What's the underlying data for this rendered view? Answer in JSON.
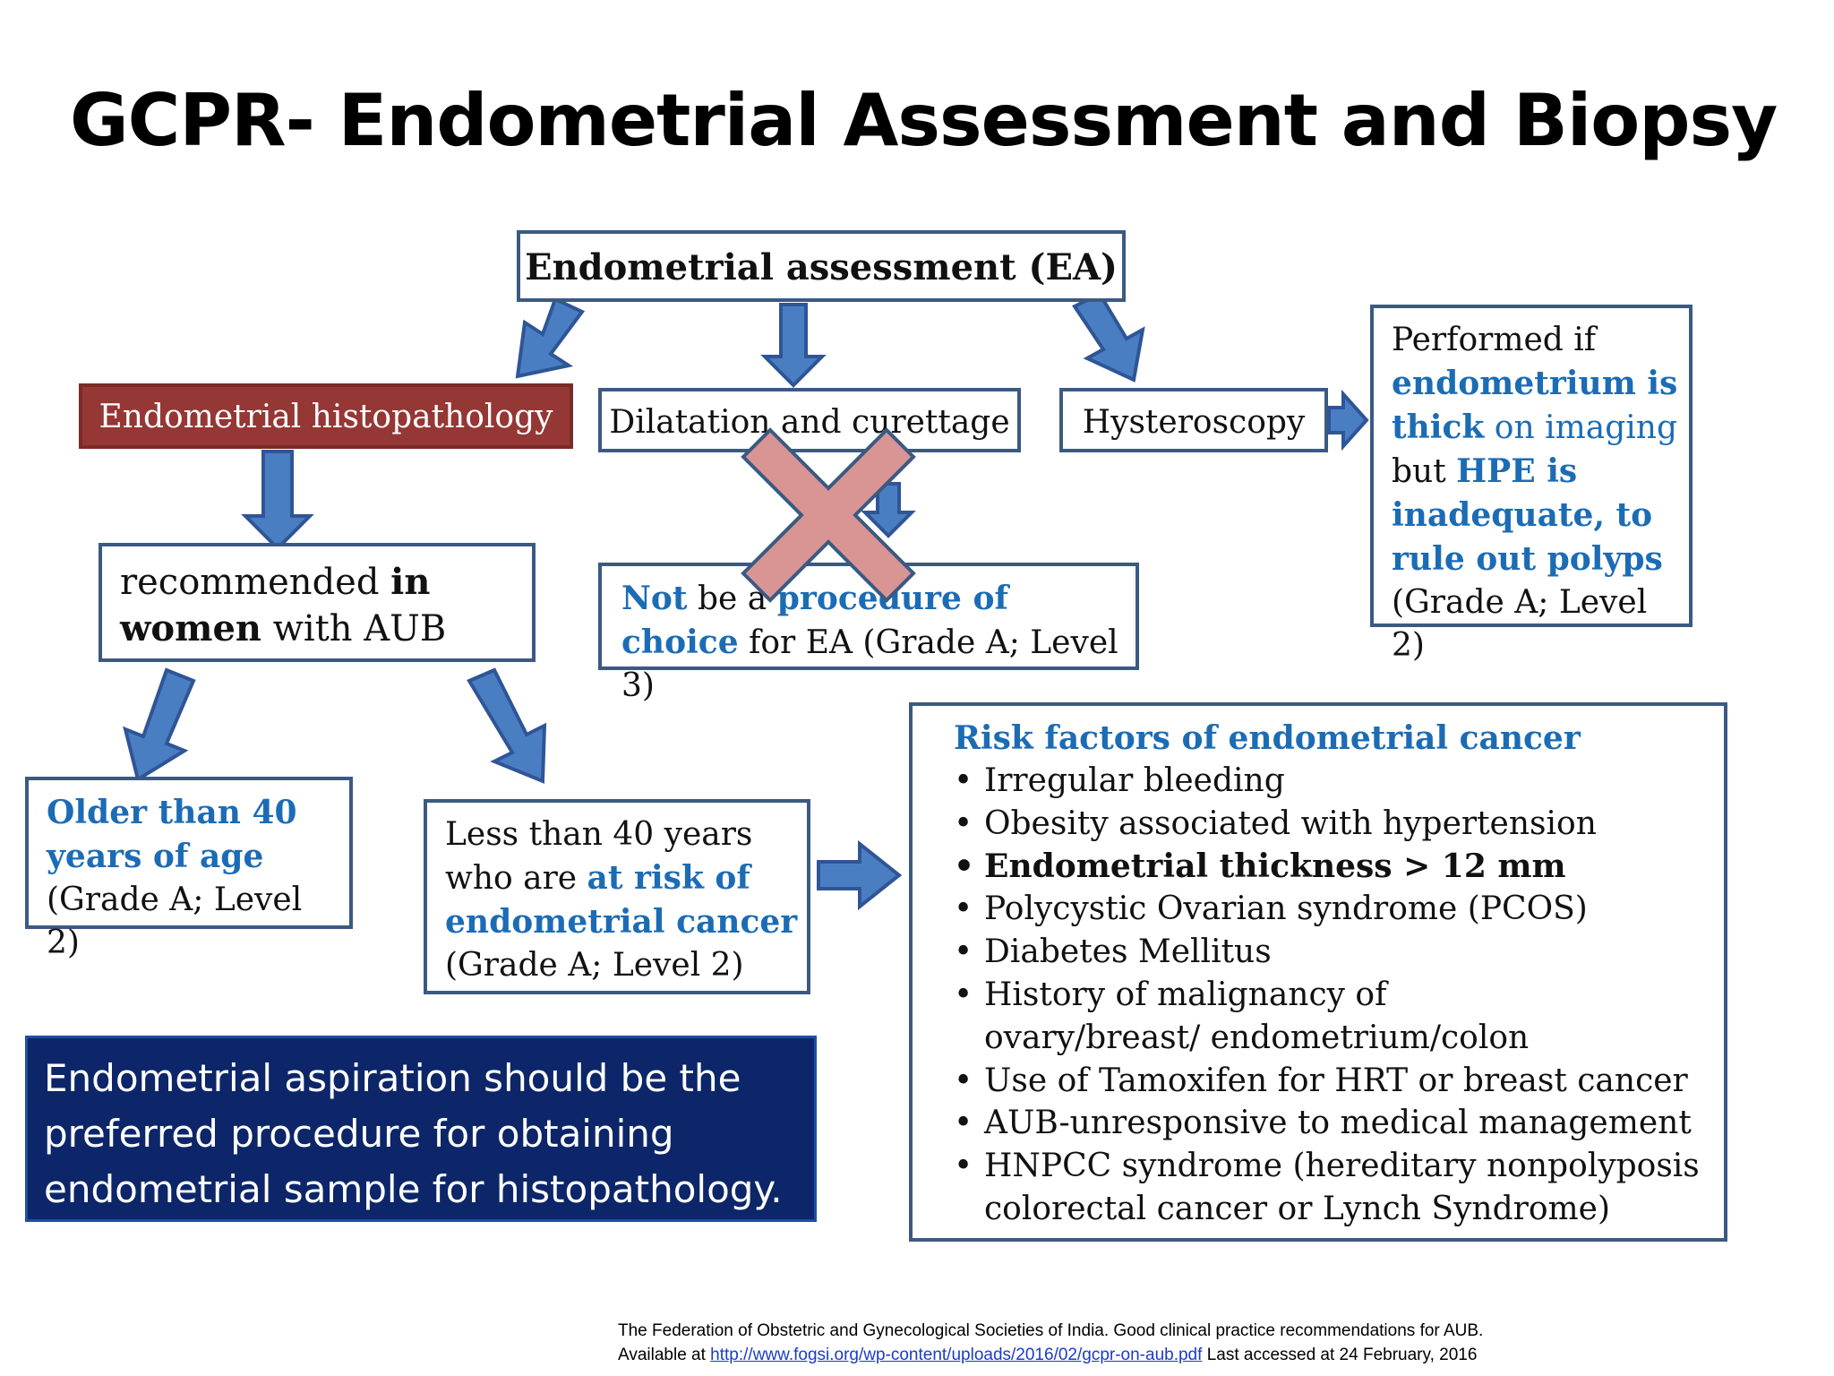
{
  "title": "GCPR- Endometrial Assessment and Biopsy",
  "ea_box": "Endometrial assessment (EA)",
  "histo_box": "Endometrial histopathology",
  "dc_box": "Dilatation and curettage",
  "hyst_box": "Hysteroscopy",
  "performed": {
    "p1": "Performed if",
    "p2": "endometrium is thick",
    "p3": "on imaging",
    "p4": "but",
    "p5": "HPE is inadequate",
    "p6": ", to rule out polyps",
    "p7": "(Grade A; Level 2)"
  },
  "recommended": {
    "r1": "recommended",
    "r2": "in women",
    "r3": "with AUB"
  },
  "not_choice": {
    "n1": "Not",
    "n2": "be a",
    "n3": "procedure of choice",
    "n4": "for EA (Grade A; Level 3)"
  },
  "older": {
    "o1": "Older than 40 years of age",
    "o2": "(Grade A; Level 2)"
  },
  "less": {
    "l1": "Less than 40 years who are",
    "l2": "at risk of endometrial cancer",
    "l3": "(Grade A; Level 2)"
  },
  "risk": {
    "heading": "Risk factors of endometrial cancer",
    "items": [
      "Irregular bleeding",
      "Obesity associated with hypertension",
      "Endometrial thickness > 12 mm",
      "Polycystic Ovarian syndrome (PCOS)",
      "Diabetes Mellitus",
      "History of malignancy of ovary/breast/ endometrium/colon",
      "Use of Tamoxifen  for HRT or breast cancer",
      "AUB-unresponsive to medical management",
      "HNPCC syndrome (hereditary nonpolyposis colorectal cancer or Lynch Syndrome)"
    ]
  },
  "aspiration": "Endometrial aspiration should be the preferred procedure for obtaining endometrial sample for histopathology.",
  "footer": {
    "line1": "The Federation of  Obstetric and Gynecological Societies of India. Good clinical practice recommendations for AUB.",
    "avail": "Available at",
    "url": "http://www.fogsi.org/wp-content/uploads/2016/02/gcpr-on-aub.pdf",
    "accessed": " Last accessed at 24 February, 2016"
  },
  "colors": {
    "arrow_fill": "#4a7ec2",
    "arrow_stroke": "#2f5597",
    "box_border": "#3b5a82",
    "blue_text": "#1c6cb5",
    "histo_fill": "#953735",
    "aspiration_fill": "#0c2669",
    "cross_fill": "#d99594"
  }
}
